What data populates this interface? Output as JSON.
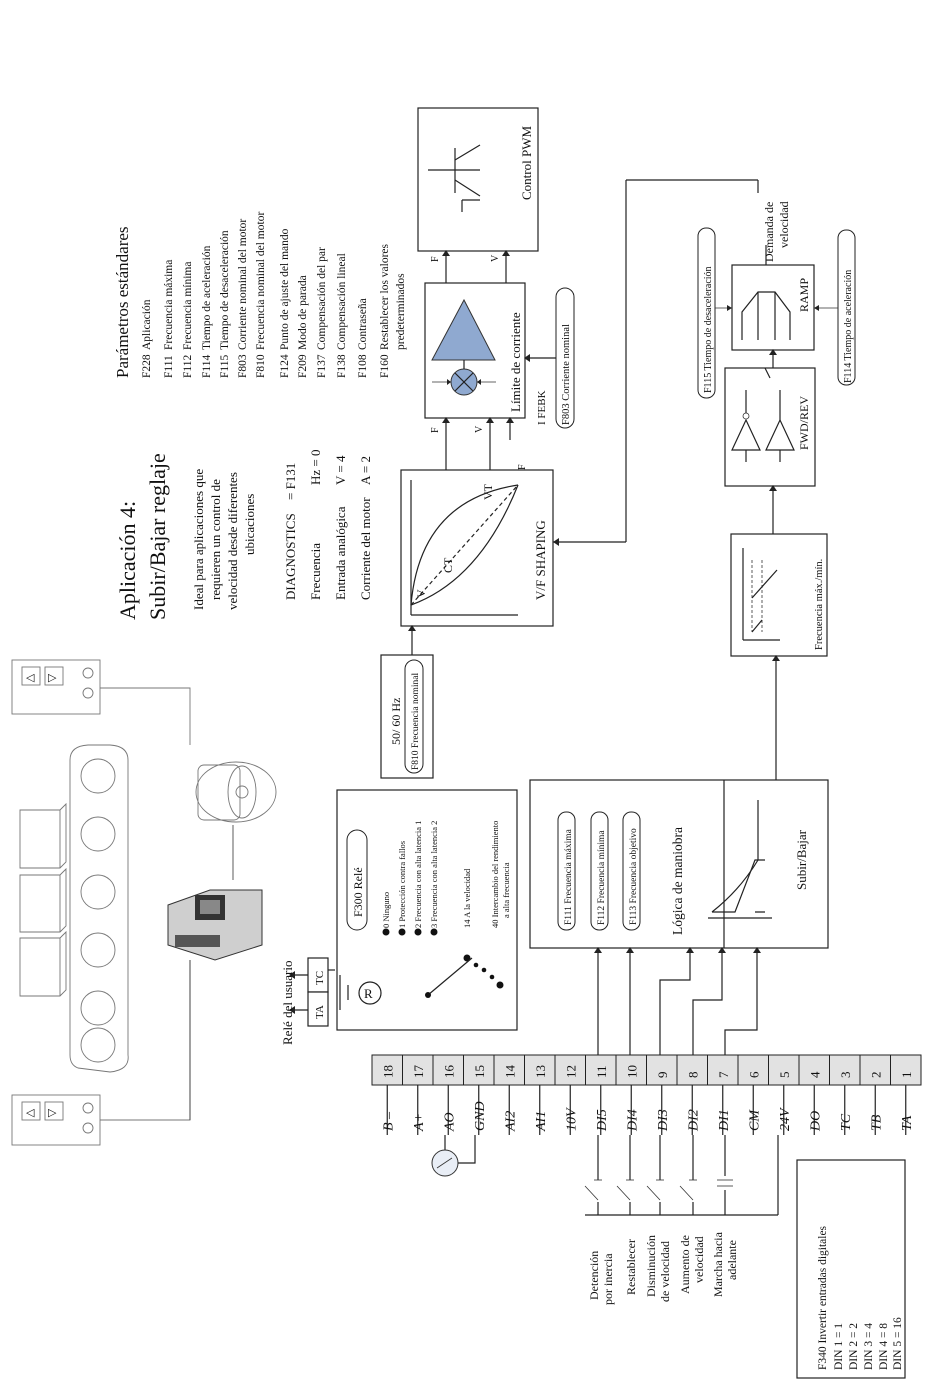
{
  "app": {
    "title": "Aplicación 4:",
    "subtitle": "Subir/Bajar reglaje",
    "description": [
      "Ideal para aplicaciones que",
      "requieren un control de",
      "velocidad desde diferentes",
      "ubicaciones"
    ]
  },
  "diagnostics": {
    "header": "DIAGNOSTICS",
    "header_value": "= F131",
    "rows": [
      {
        "label": "Frecuencia",
        "value": "Hz  =  0"
      },
      {
        "label": "Entrada analógica",
        "value": "V  =  4"
      },
      {
        "label": "Corriente del motor",
        "value": "A  =  2"
      }
    ]
  },
  "std_params": {
    "title": "Parámetros estándares",
    "items": [
      {
        "code": "F228",
        "label": "Aplicación"
      },
      {
        "code": "F111",
        "label": "Frecuencia máxima"
      },
      {
        "code": "F112",
        "label": "Frecuencia mínima"
      },
      {
        "code": "F114",
        "label": "Tiempo de aceleración"
      },
      {
        "code": "F115",
        "label": "Tiempo de desaceleración"
      },
      {
        "code": "F803",
        "label": "Corriente nominal del motor"
      },
      {
        "code": "F810",
        "label": "Frecuencia nominal del motor"
      },
      {
        "code": "F124",
        "label": "Punto de ajuste del mando"
      },
      {
        "code": "F209",
        "label": "Modo de parada"
      },
      {
        "code": "F137",
        "label": "Compensación del par"
      },
      {
        "code": "F138",
        "label": "Compensación lineal"
      },
      {
        "code": "F108",
        "label": "Contraseña"
      },
      {
        "code": "F160",
        "label": "Restablecer los valores"
      },
      {
        "code": "",
        "label": "predeterminados"
      }
    ]
  },
  "blocks": {
    "pwm": "Control PWM",
    "current_limit": "Límite de corriente",
    "i_febk": "I FEBK",
    "f803_label": "F803  Corriente nominal",
    "corriente_nominal": "Corriente nominal",
    "vf_shaping": "V/F SHAPING",
    "vt": "VT",
    "ct": "CT",
    "v": "V",
    "f": "F",
    "hz": "50/ 60 Hz",
    "f810": "F810 Frecuencia nominal",
    "ramp": "RAMP",
    "fwd_rev": "FWD/REV",
    "demanda1": "Demanda de",
    "demanda2": "velocidad",
    "f115": "F115  Tiempo de desaceleración",
    "f114": "F114 Tiempo de aceleración",
    "freq_max_block": "Frecuencia máx./mín.",
    "logic": "Lógica de maniobra",
    "subir_bajar": "Subir/Bajar",
    "logic_f111": "F111 Frecuencia máxima",
    "logic_f112": "F112 Frecuencia mínima",
    "logic_f113": "F113 Frecuencia objetivo"
  },
  "relay": {
    "user_relay": "Relé del usuario",
    "ta": "TA",
    "tc": "TC",
    "r": "R",
    "title": "F300   Relé",
    "options": [
      "0  Ninguno",
      "1  Protección contra fallos",
      "2  Frecuencia con alta latencia 1",
      "3  Frecuencia con alta   latencia 2",
      "14  A la velocidad",
      "40  Intercambio del rendimiento",
      "a alta frecuencia"
    ]
  },
  "terminals": {
    "numbers": [
      "18",
      "17",
      "16",
      "15",
      "14",
      "13",
      "12",
      "11",
      "10",
      "9",
      "8",
      "7",
      "6",
      "5",
      "4",
      "3",
      "2",
      "1"
    ],
    "labels": [
      "B –",
      "A+",
      "AO",
      "GND",
      "AI2",
      "AI1",
      "10V",
      "DI5",
      "DI4",
      "DI3",
      "DI2",
      "DI1",
      "CM",
      "24V",
      "DO",
      "TC",
      "TB",
      "TA"
    ]
  },
  "inputs": [
    [
      "Detención",
      "por inercia"
    ],
    [
      "Restablecer"
    ],
    [
      "Disminución",
      "de velocidad"
    ],
    [
      "Aumento de",
      "velocidad"
    ],
    [
      "Marcha hacia",
      "adelante"
    ]
  ],
  "invert_box": [
    "F340 Invertir entradas digitales",
    "DIN 1 = 1",
    "DIN 2 = 2",
    "DIN 3 = 4",
    "DIN 4 = 8",
    "DIN 5 = 16"
  ]
}
